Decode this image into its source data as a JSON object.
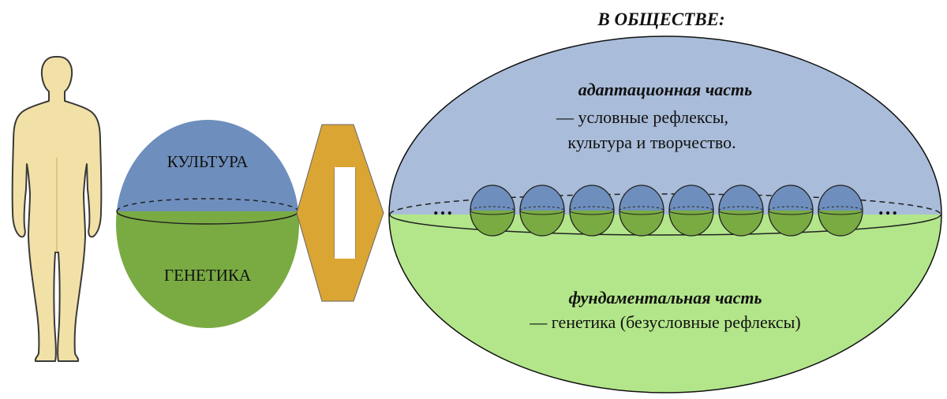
{
  "header": {
    "title": "В ОБЩЕСТВЕ:"
  },
  "individual": {
    "top_label": "КУЛЬТУРА",
    "bottom_label": "ГЕНЕТИКА"
  },
  "society": {
    "adaptive_title": "адаптационная часть",
    "adaptive_line1": "— условные рефлексы,",
    "adaptive_line2": "культура и творчество.",
    "fundamental_title": "фундаментальная часть",
    "fundamental_line1": "— генетика (безусловные рефлексы)",
    "ellipsis_left": "…",
    "ellipsis_right": "…",
    "small_egg_count": 8
  },
  "colors": {
    "culture_blue": "#6e8fbd",
    "genetics_green": "#7aab43",
    "society_blue": "#a9bcd9",
    "society_green": "#b3e68a",
    "arrow_orange": "#dba534",
    "human_skin": "#f2e1a6"
  },
  "icons": {
    "human": "human-silhouette-icon",
    "arrow": "double-arrow-icon"
  }
}
